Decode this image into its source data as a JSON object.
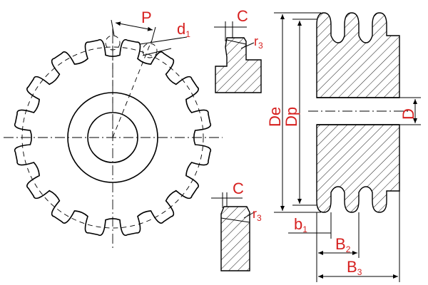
{
  "labels": {
    "pitch": "P",
    "roller_dia": "d",
    "roller_dia_sub": "1",
    "chamfer_top": "C",
    "radius_top": "r",
    "radius_top_sub": "3",
    "chamfer_bottom": "C",
    "radius_bottom": "r",
    "radius_bottom_sub": "3",
    "outside_dia": "De",
    "pitch_dia": "Dp",
    "bore_dia": "D",
    "width_b": "b",
    "width_b_sub": "1",
    "width_B2": "B",
    "width_B2_sub": "2",
    "width_B3": "B",
    "width_B3_sub": "3"
  },
  "colors": {
    "label": "#d6201f",
    "line": "#000000",
    "background": "#ffffff"
  },
  "sprocket": {
    "teeth": 16
  }
}
